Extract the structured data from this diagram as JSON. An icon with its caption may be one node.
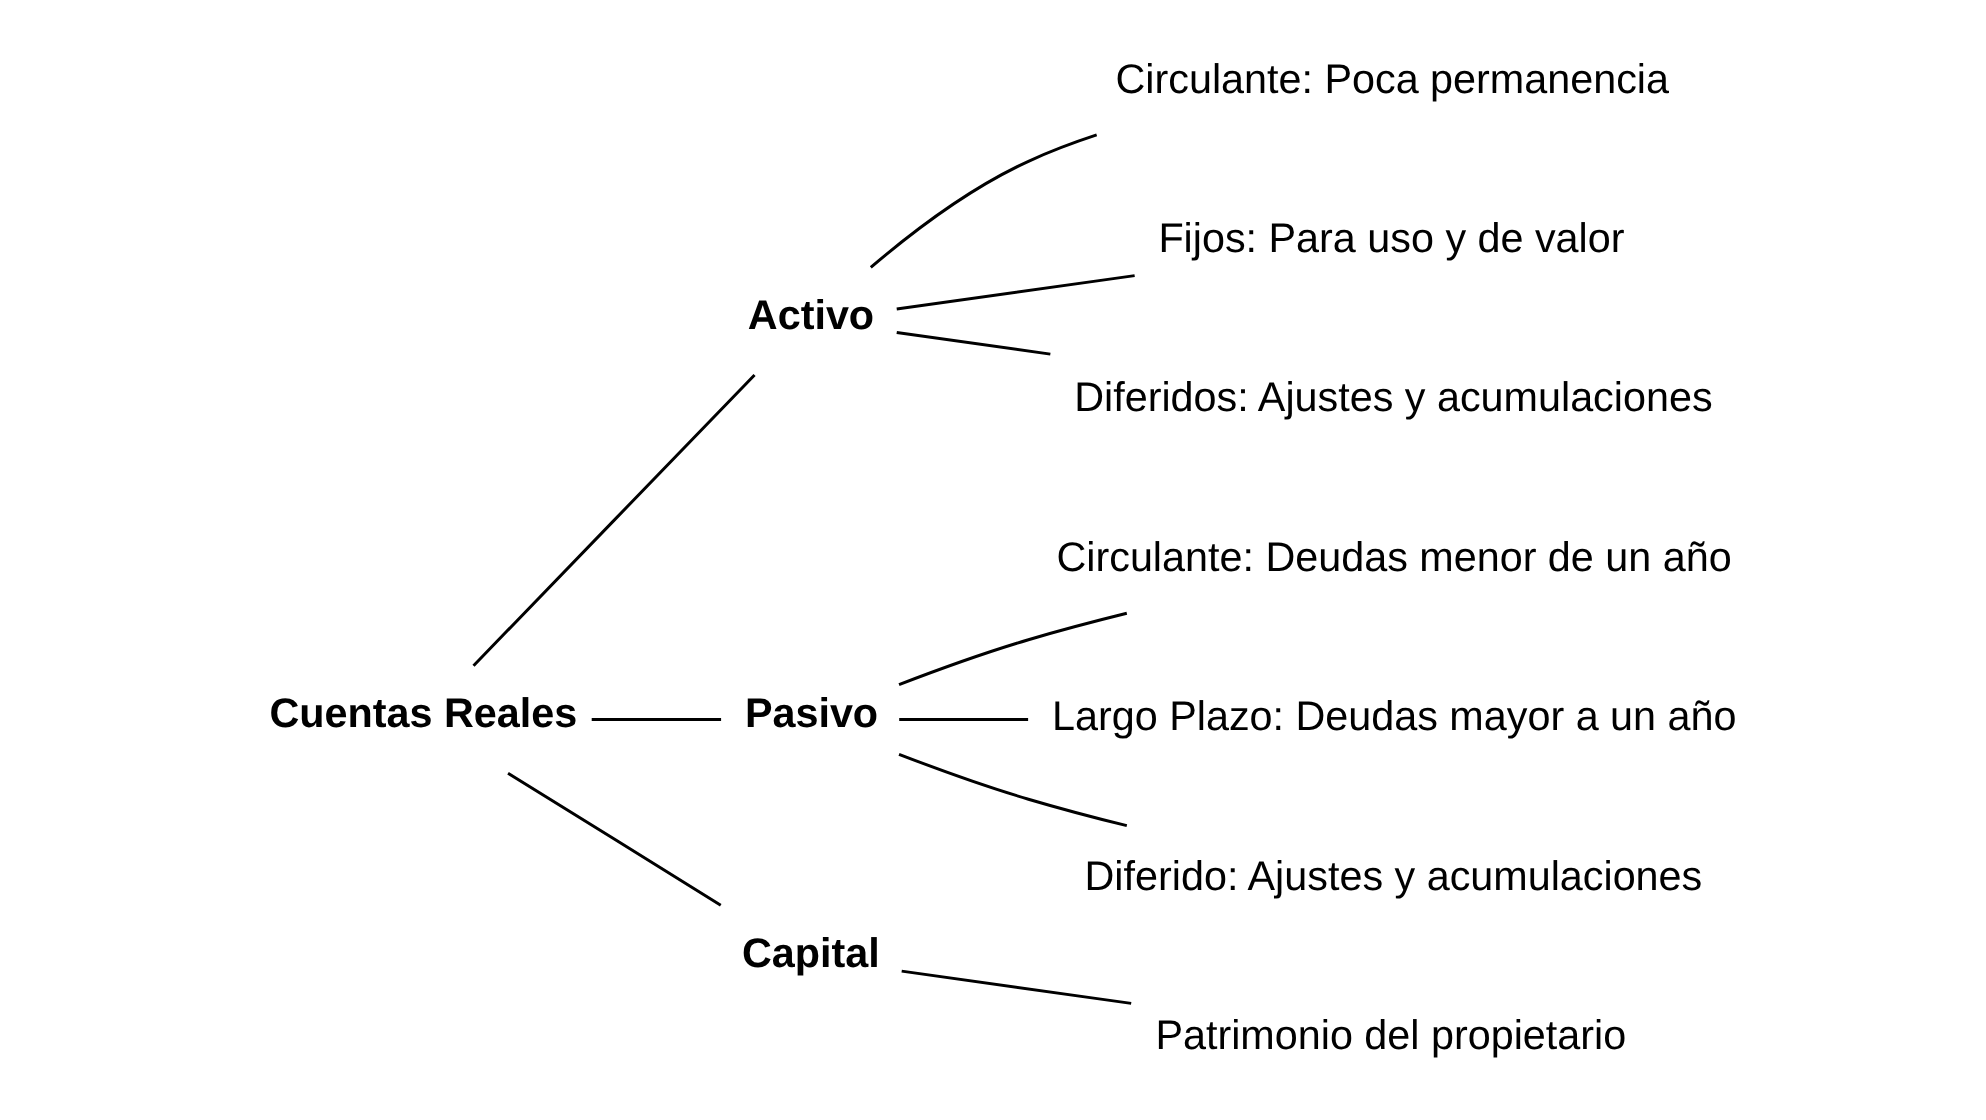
{
  "diagram": {
    "nodes": [
      {
        "text": [
          "Cuentas Reales"
        ]
      },
      {
        "text": [
          "Activo"
        ]
      },
      {
        "text": [
          "Circulante: Poca permanencia"
        ]
      },
      {
        "text": [
          "Fijos: Para uso y de valor"
        ]
      },
      {
        "text": [
          "Diferidos: Ajustes y acumulaciones"
        ]
      },
      {
        "text": [
          "Pasivo"
        ]
      },
      {
        "text": [
          "Circulante: Deudas menor de un año"
        ]
      },
      {
        "text": [
          "Largo Plazo: Deudas mayor a un año"
        ]
      },
      {
        "text": [
          "Diferido: Ajustes y acumulaciones"
        ]
      },
      {
        "text": [
          "Capital"
        ]
      },
      {
        "text": [
          "Patrimonio del propietario"
        ]
      }
    ],
    "edges": [
      {
        "from": 0,
        "to": 1,
        "arrow": "none"
      },
      {
        "from": 0,
        "to": 5,
        "arrow": "none"
      },
      {
        "from": 0,
        "to": 9,
        "arrow": "none"
      },
      {
        "from": 1,
        "to": 2,
        "arrow": "none"
      },
      {
        "from": 1,
        "to": 3,
        "arrow": "none"
      },
      {
        "from": 1,
        "to": 4,
        "arrow": "none"
      },
      {
        "from": 5,
        "to": 6,
        "arrow": "none"
      },
      {
        "from": 5,
        "to": 7,
        "arrow": "none"
      },
      {
        "from": 5,
        "to": 8,
        "arrow": "none"
      },
      {
        "from": 9,
        "to": 10,
        "arrow": "none"
      }
    ]
  }
}
